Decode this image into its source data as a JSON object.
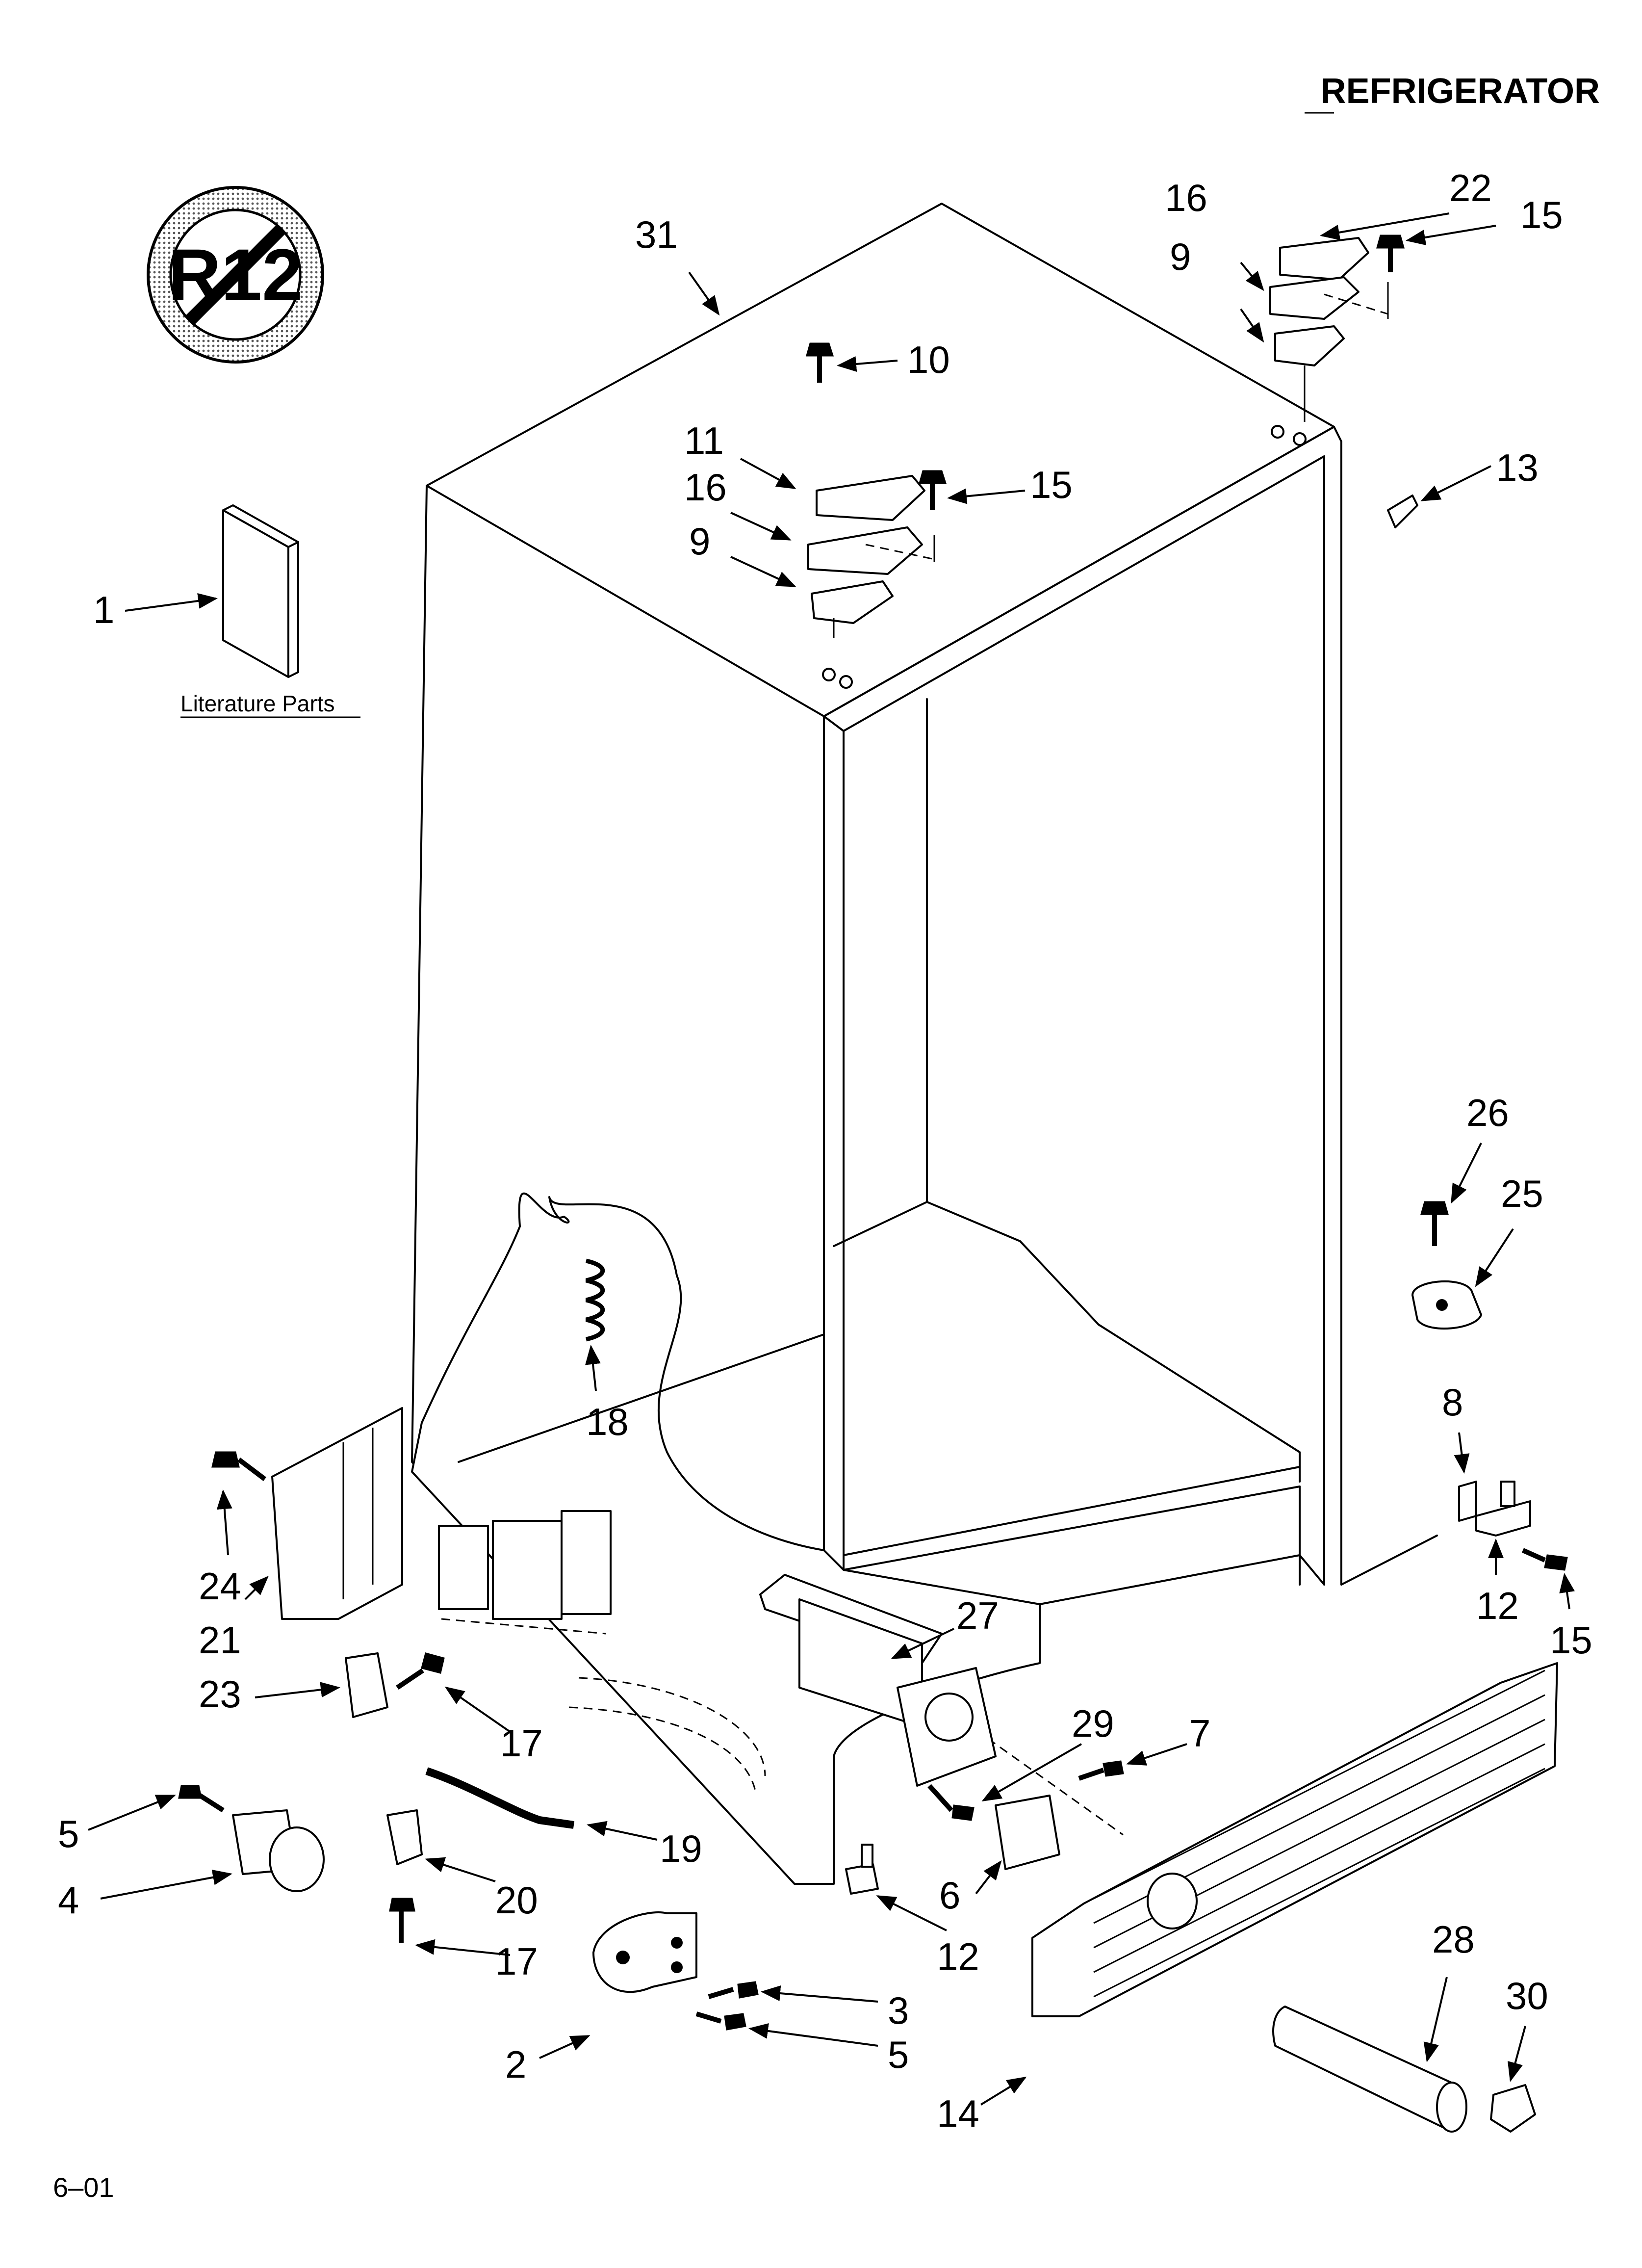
{
  "header": {
    "title": "REFRIGERATOR"
  },
  "badge": {
    "label": "R12"
  },
  "literature": {
    "caption": "Literature Parts"
  },
  "footer": {
    "code": "6–01"
  },
  "callouts": {
    "c1": "1",
    "c2": "2",
    "c3": "3",
    "c4": "4",
    "c5a": "5",
    "c5b": "5",
    "c6": "6",
    "c7": "7",
    "c8": "8",
    "c9a": "9",
    "c9b": "9",
    "c10": "10",
    "c11": "11",
    "c12a": "12",
    "c12b": "12",
    "c13": "13",
    "c14": "14",
    "c15a": "15",
    "c15b": "15",
    "c15c": "15",
    "c16a": "16",
    "c16b": "16",
    "c17a": "17",
    "c17b": "17",
    "c18": "18",
    "c19": "19",
    "c20": "20",
    "c21": "21",
    "c22": "22",
    "c23": "23",
    "c24": "24",
    "c25": "25",
    "c26": "26",
    "c27": "27",
    "c28": "28",
    "c29": "29",
    "c30": "30",
    "c31": "31"
  }
}
